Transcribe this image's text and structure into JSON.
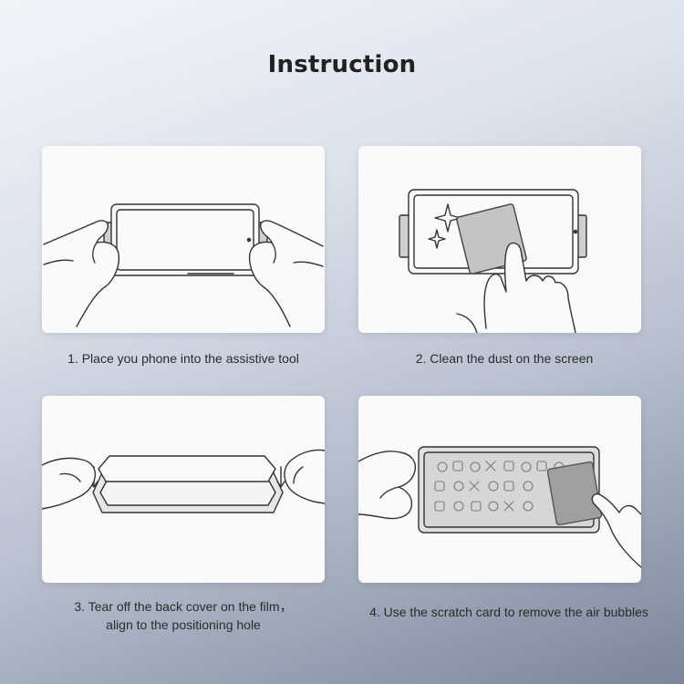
{
  "title": "Instruction",
  "steps": [
    {
      "lines": [
        "1. Place you phone into the assistive tool"
      ]
    },
    {
      "lines": [
        "2. Clean the dust on the screen"
      ]
    },
    {
      "lines": [
        "3. Tear off the back cover on the film，",
        "align to the positioning hole"
      ]
    },
    {
      "lines": [
        "4. Use the scratch card to remove the air bubbles"
      ]
    }
  ],
  "colors": {
    "card_background": "#fafafa",
    "line_art": "#333333",
    "tool_gray": "#c9c9c9",
    "scratch_card": "#aaaaaa"
  }
}
